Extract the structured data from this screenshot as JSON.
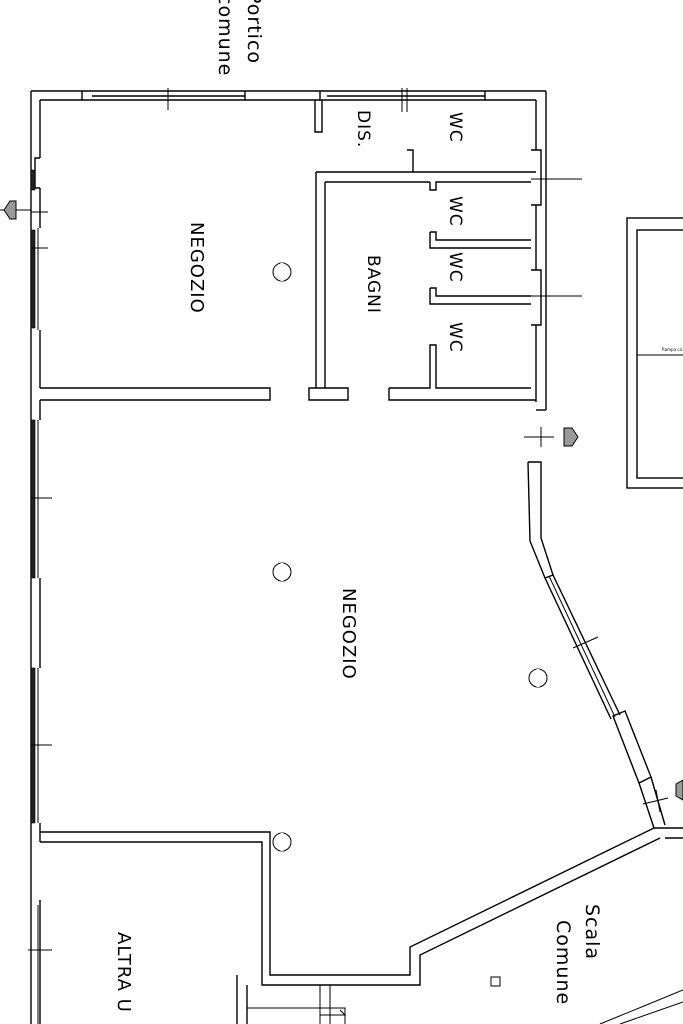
{
  "labels": {
    "portico": "Portico",
    "comune_top": "comune",
    "dis": "DIS.",
    "wc1": "WC",
    "wc2": "WC",
    "wc3": "WC",
    "wc4": "WC",
    "bagni": "BAGNI",
    "negozio_upper": "NEGOZIO",
    "negozio_main": "NEGOZIO",
    "altra": "ALTRA U",
    "scala": "Scala",
    "comune_scala": "Comune",
    "rampa": "Rampa ca"
  },
  "icons": {
    "entrance_marker": "entrance-arrow-icon",
    "ceiling_light": "ceiling-light-icon",
    "column": "column-square-icon"
  },
  "colors": {
    "line": "#000000",
    "background": "#ffffff"
  }
}
